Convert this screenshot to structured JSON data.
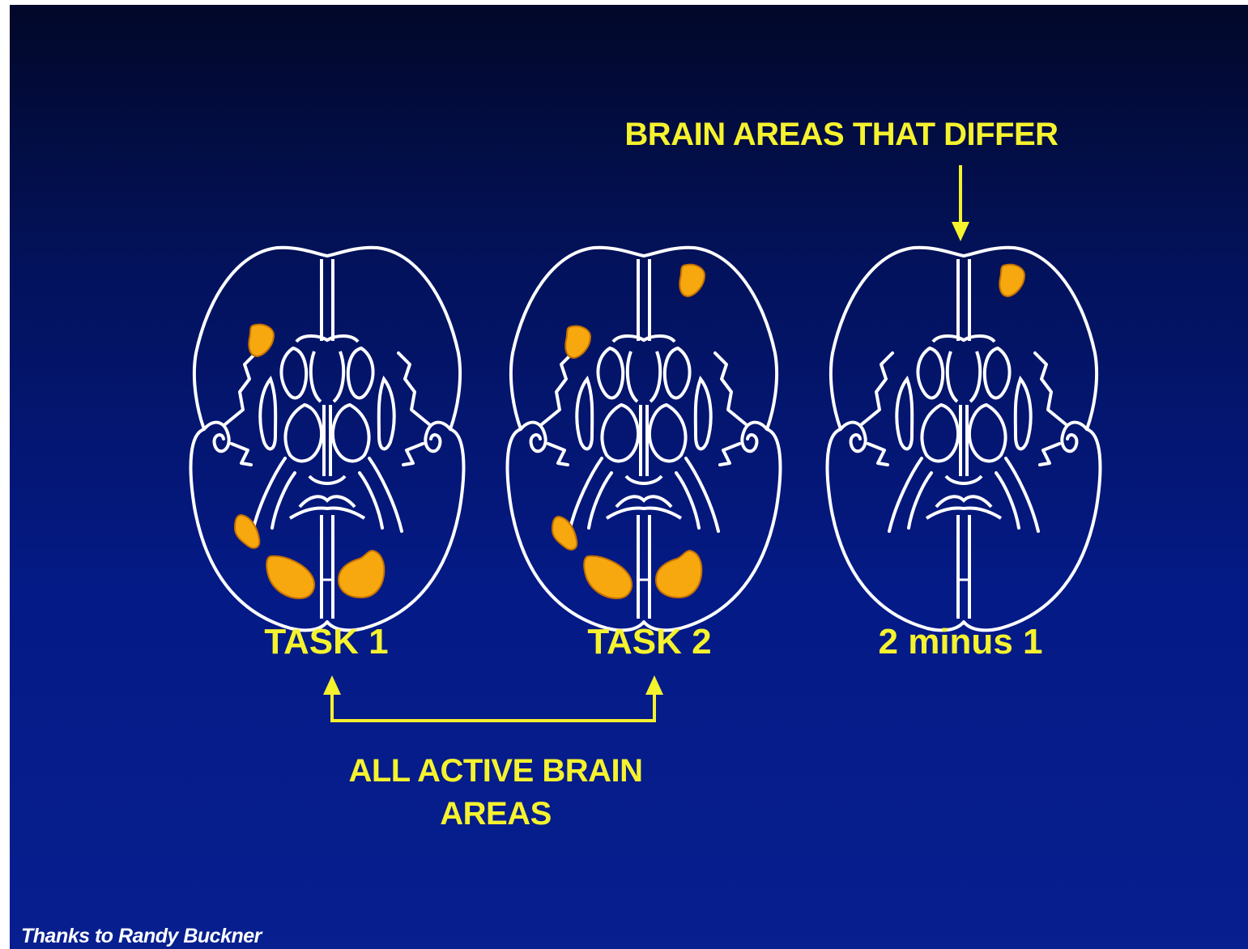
{
  "labels": {
    "differ_header": "BRAIN AREAS THAT DIFFER",
    "task1": "TASK 1",
    "task2": "TASK 2",
    "difference": "2 minus 1",
    "all_active_line1": "ALL ACTIVE BRAIN",
    "all_active_line2": "AREAS",
    "credit": "Thanks to Randy Buckner"
  },
  "colors": {
    "background_top": "#020829",
    "background_bottom": "#071f8f",
    "text_accent": "#f5f22e",
    "outline": "#ffffff",
    "activation": "#f7a80f"
  },
  "brains": [
    {
      "name": "task-1-brain",
      "activations": [
        "left-frontal",
        "left-parietal",
        "left-occipital",
        "right-occipital"
      ]
    },
    {
      "name": "task-2-brain",
      "activations": [
        "right-frontal",
        "left-frontal",
        "left-parietal",
        "left-occipital",
        "right-occipital"
      ]
    },
    {
      "name": "difference-brain",
      "activations": [
        "right-frontal"
      ]
    }
  ]
}
